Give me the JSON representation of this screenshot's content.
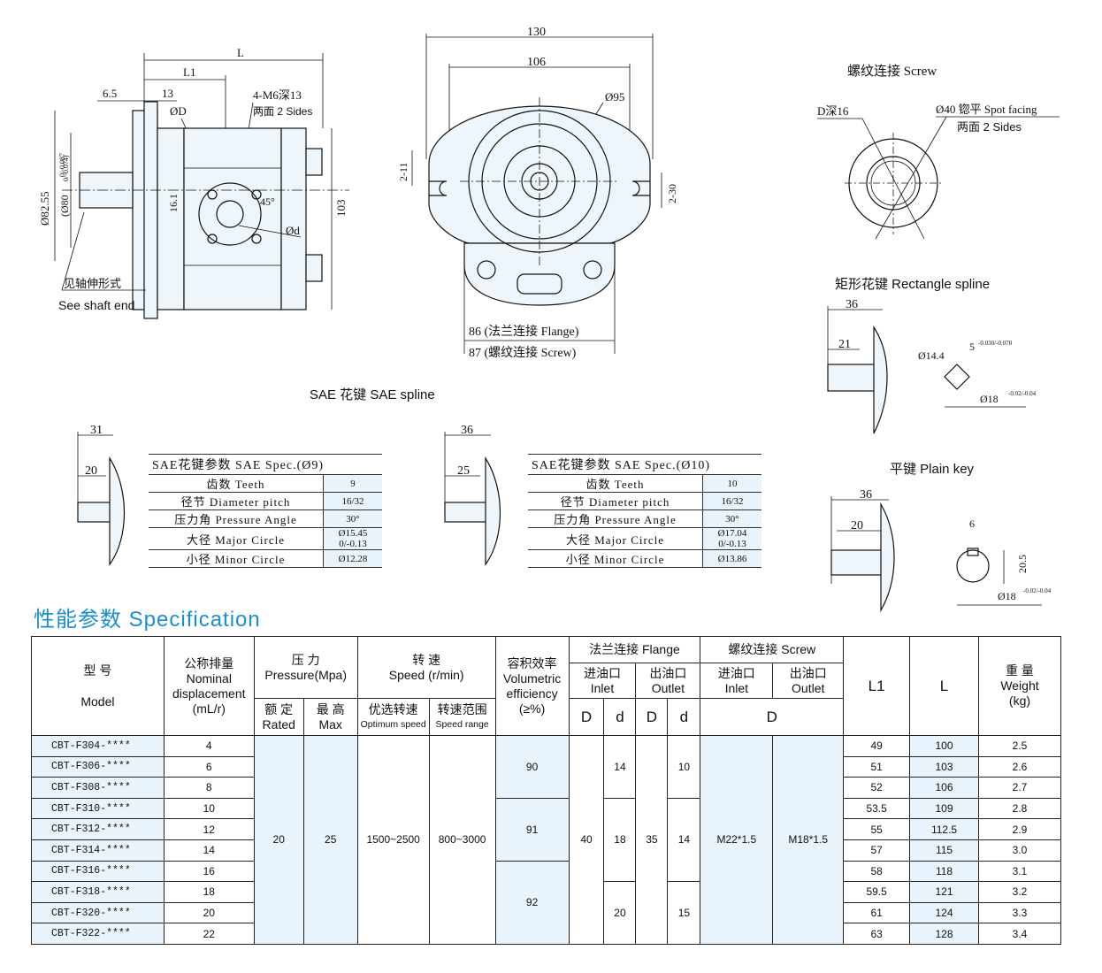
{
  "drawing": {
    "dims_side": {
      "L": "L",
      "L1": "L1",
      "d65": "6.5",
      "d13": "13",
      "bolt": "4-M6深13",
      "two_sides": "两面 2 Sides",
      "phiD": "ØD",
      "d161": "16.1",
      "d45": "45°",
      "phid": "Ød",
      "dia_main": "Ø82.55",
      "dia_main_tol": "0/-0.087",
      "dia_alt": "(Ø80",
      "dia_alt_tol": "0/-0.074)",
      "h103": "103",
      "shaft_cn": "见轴伸形式",
      "shaft_en": "See shaft end"
    },
    "dims_front": {
      "w130": "130",
      "w106": "106",
      "dia95": "Ø95",
      "d211": "2-11",
      "d230": "2-30",
      "flange": "86 (法兰连接 Flange)",
      "screw": "87 (螺纹连接 Screw)"
    },
    "screw_detail": {
      "title": "螺纹连接 Screw",
      "d_depth": "D深16",
      "spot": "Ø40 锪平 Spot facing",
      "sides": "两面 2 Sides"
    },
    "rect_spline": {
      "title": "矩形花键  Rectangle spline",
      "d36": "36",
      "d21": "21",
      "d144": "Ø14.4",
      "d5": "5",
      "d5_tol": "-0.030/-0.078",
      "d18": "Ø18",
      "d18_tol": "-0.02/-0.04"
    },
    "plain_key": {
      "title": "平键  Plain key",
      "d36": "36",
      "d20": "20",
      "d6": "6",
      "d205": "20.5",
      "d18": "Ø18",
      "d18_tol": "-0.02/-0.04"
    },
    "sae_title": "SAE 花键   SAE spline",
    "sae_left": {
      "d31": "31",
      "d20": "20"
    },
    "sae_right": {
      "d36": "36",
      "d25": "25"
    }
  },
  "sae_spec_9": {
    "head": "SAE花键参数  SAE Spec.(Ø9)",
    "rows": [
      {
        "k": "齿数 Teeth",
        "v": "9"
      },
      {
        "k": "径节 Diameter pitch",
        "v": "16/32"
      },
      {
        "k": "压力角 Pressure Angle",
        "v": "30°"
      },
      {
        "k": "大径 Major Circle",
        "v": "Ø15.45 0/-0.13"
      },
      {
        "k": "小径 Minor Circle",
        "v": "Ø12.28"
      }
    ]
  },
  "sae_spec_10": {
    "head": "SAE花键参数  SAE Spec.(Ø10)",
    "rows": [
      {
        "k": "齿数 Teeth",
        "v": "10"
      },
      {
        "k": "径节 Diameter pitch",
        "v": "16/32"
      },
      {
        "k": "压力角 Pressure Angle",
        "v": "30°"
      },
      {
        "k": "大径 Major Circle",
        "v": "Ø17.04 0/-0.13"
      },
      {
        "k": "小径 Minor Circle",
        "v": "Ø13.86"
      }
    ]
  },
  "spec_title": "性能参数 Specification",
  "table": {
    "h_model_cn": "型  号",
    "h_model_en": "Model",
    "h_disp_cn": "公称排量",
    "h_disp_en1": "Nominal",
    "h_disp_en2": "displacement",
    "h_disp_unit": "(mL/r)",
    "h_press_cn": "压  力",
    "h_press_en": "Pressure(Mpa)",
    "h_rated_cn": "额 定",
    "h_rated_en": "Rated",
    "h_max_cn": "最 高",
    "h_max_en": "Max",
    "h_speed_cn": "转    速",
    "h_speed_en": "Speed  (r/min)",
    "h_opt_cn": "优选转速",
    "h_opt_en": "Optimum speed",
    "h_range_cn": "转速范围",
    "h_range_en": "Speed range",
    "h_eff_cn": "容积效率",
    "h_eff_en1": "Volumetric",
    "h_eff_en2": "efficiency",
    "h_eff_unit": "(≥%)",
    "h_flange": "法兰连接 Flange",
    "h_screw": "螺纹连接 Screw",
    "h_inlet_cn": "进油口",
    "h_inlet_en": "Inlet",
    "h_outlet_cn": "出油口",
    "h_outlet_en": "Outlet",
    "h_D": "D",
    "h_d": "d",
    "h_L1": "L1",
    "h_L": "L",
    "h_wt_cn": "重  量",
    "h_wt_en": "Weight",
    "h_wt_unit": "(kg)",
    "rated": "20",
    "max": "25",
    "opt": "1500~2500",
    "range": "800~3000",
    "eff": [
      "90",
      "91",
      "92"
    ],
    "flange_in_D": "40",
    "flange_in_d": [
      "14",
      "18",
      "20"
    ],
    "flange_out_D": "35",
    "flange_out_d": [
      "10",
      "14",
      "15"
    ],
    "screw_in": "M22*1.5",
    "screw_out": "M18*1.5",
    "rows": [
      {
        "model": "CBT-F304-****",
        "disp": "4",
        "L1": "49",
        "L": "100",
        "wt": "2.5"
      },
      {
        "model": "CBT-F306-****",
        "disp": "6",
        "L1": "51",
        "L": "103",
        "wt": "2.6"
      },
      {
        "model": "CBT-F308-****",
        "disp": "8",
        "L1": "52",
        "L": "106",
        "wt": "2.7"
      },
      {
        "model": "CBT-F310-****",
        "disp": "10",
        "L1": "53.5",
        "L": "109",
        "wt": "2.8"
      },
      {
        "model": "CBT-F312-****",
        "disp": "12",
        "L1": "55",
        "L": "112.5",
        "wt": "2.9"
      },
      {
        "model": "CBT-F314-****",
        "disp": "14",
        "L1": "57",
        "L": "115",
        "wt": "3.0"
      },
      {
        "model": "CBT-F316-****",
        "disp": "16",
        "L1": "58",
        "L": "118",
        "wt": "3.1"
      },
      {
        "model": "CBT-F318-****",
        "disp": "18",
        "L1": "59.5",
        "L": "121",
        "wt": "3.2"
      },
      {
        "model": "CBT-F320-****",
        "disp": "20",
        "L1": "61",
        "L": "124",
        "wt": "3.3"
      },
      {
        "model": "CBT-F322-****",
        "disp": "22",
        "L1": "63",
        "L": "128",
        "wt": "3.4"
      }
    ]
  }
}
